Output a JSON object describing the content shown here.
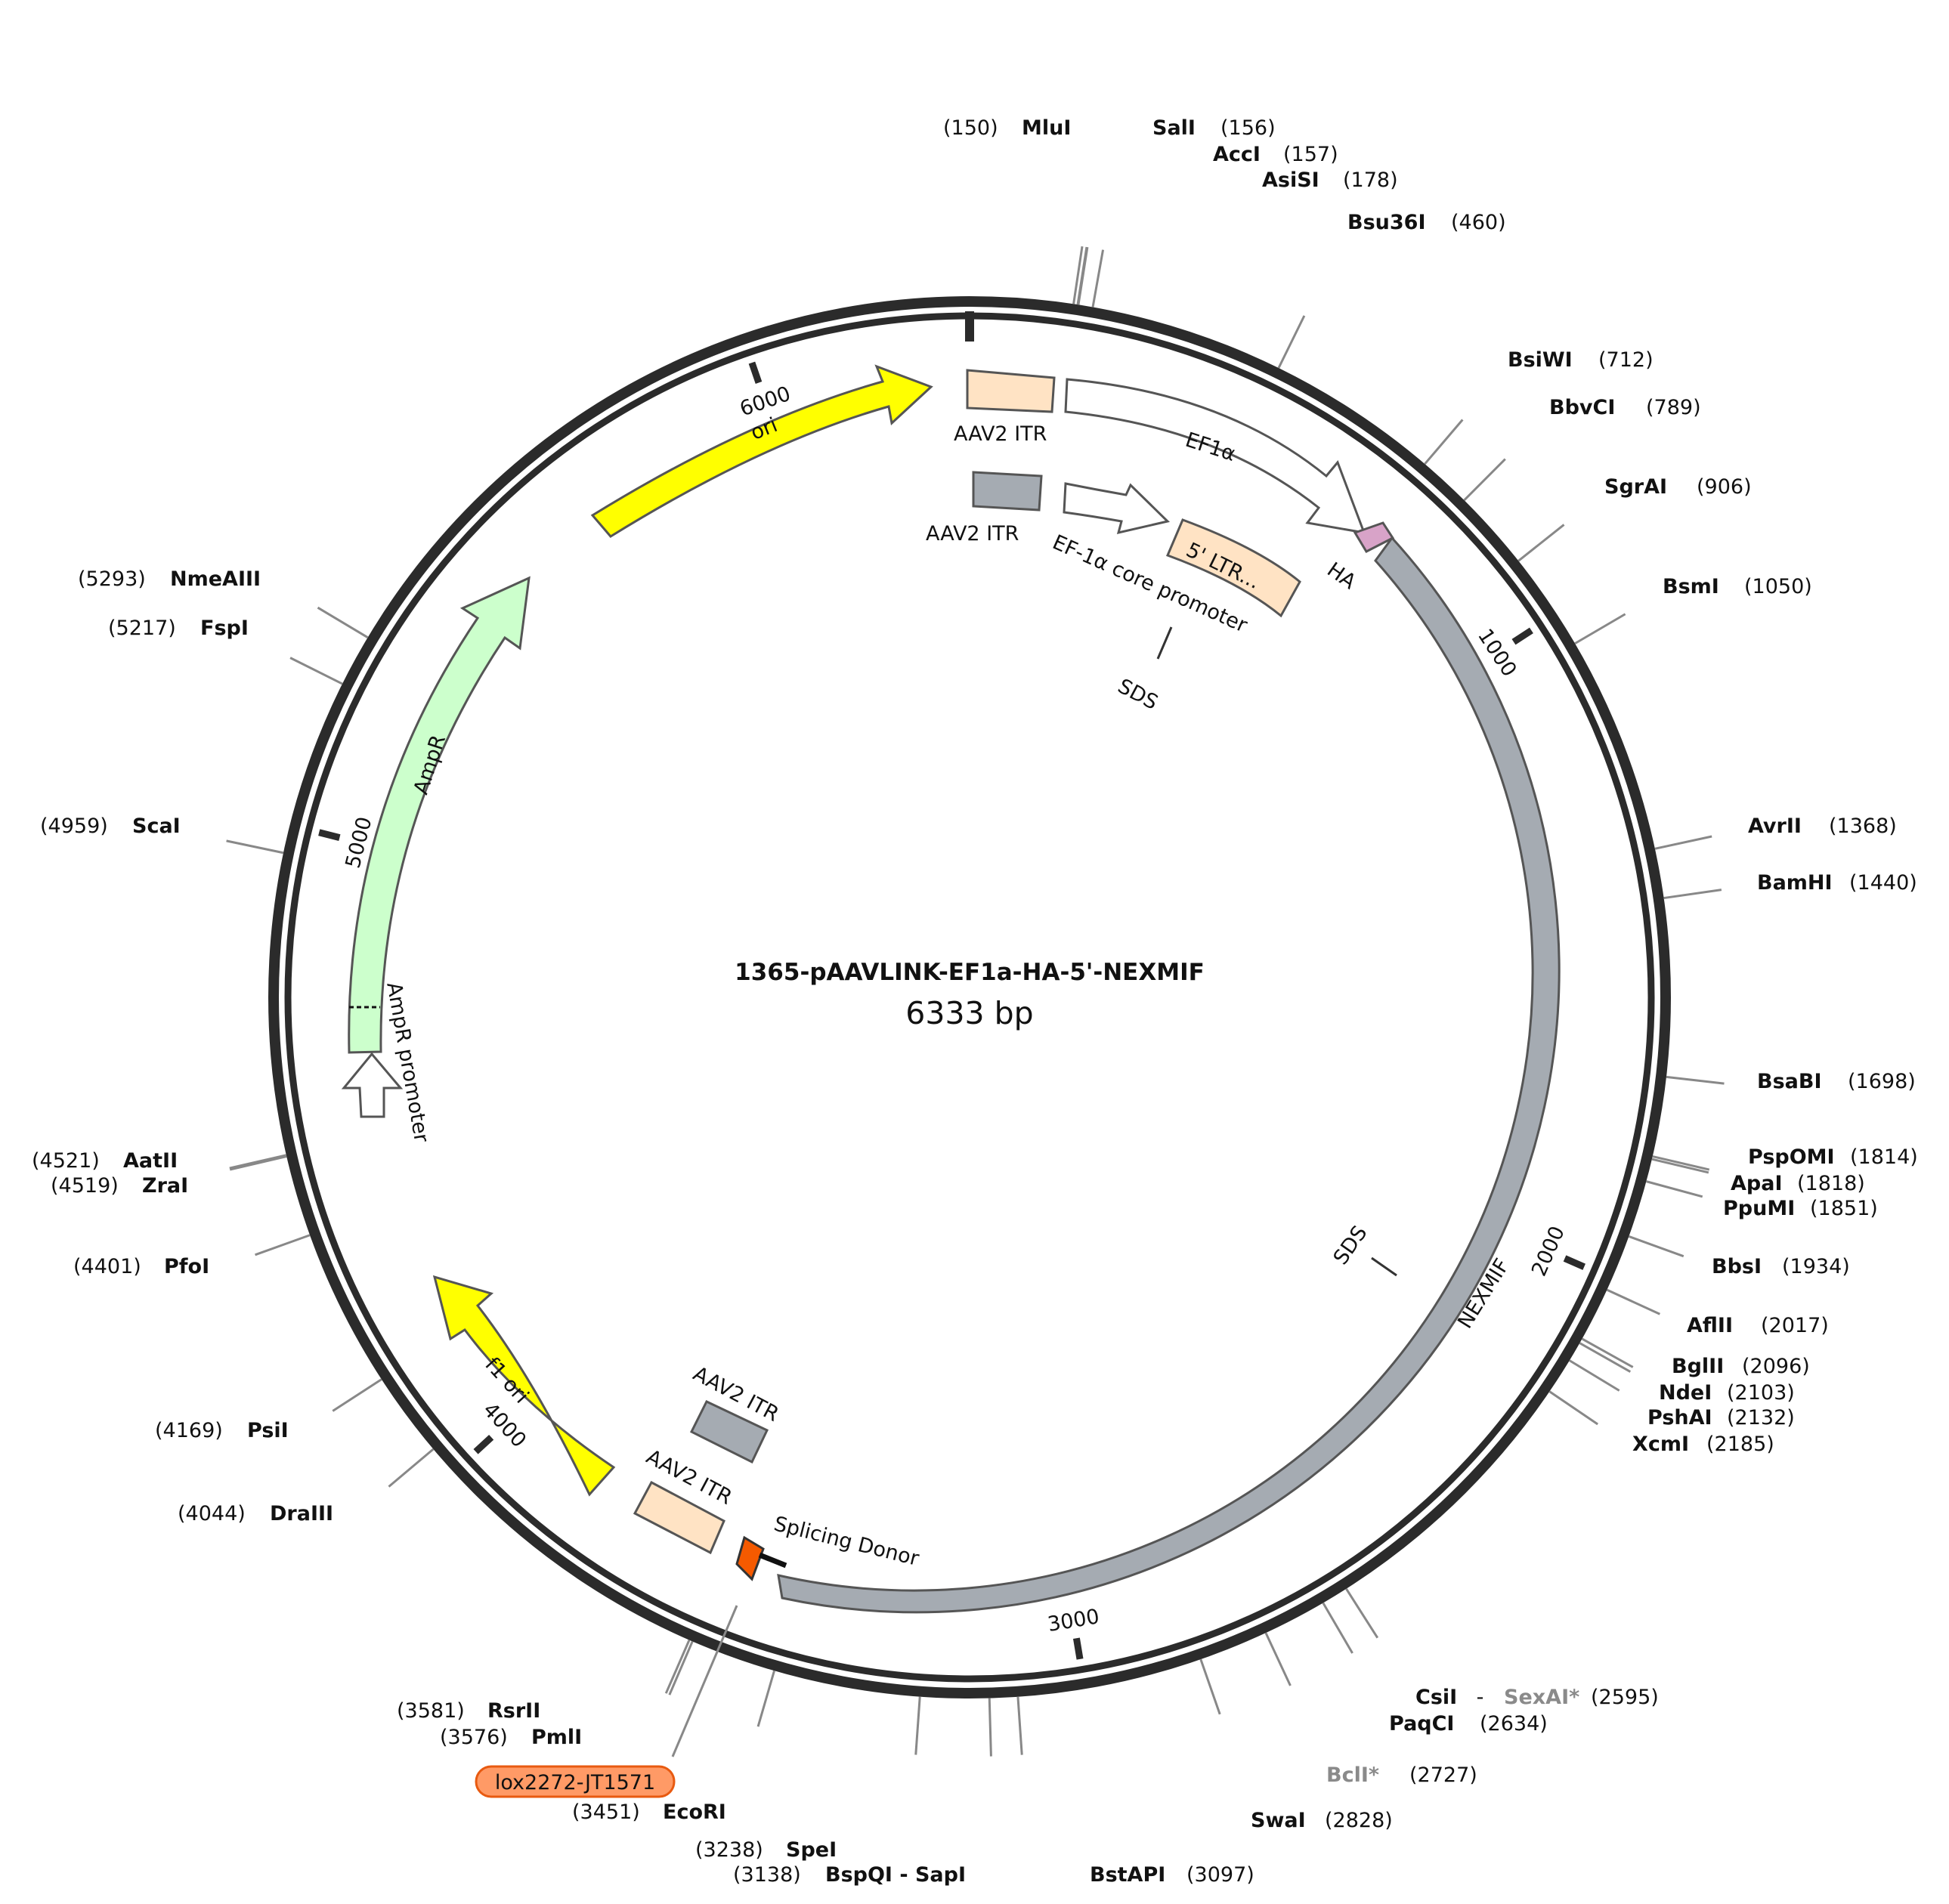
{
  "plasmid": {
    "name": "1365-pAAVLINK-EF1a-HA-5'-NEXMIF",
    "size_label": "6333 bp",
    "length": 6333
  },
  "ticks": [
    {
      "pos": 1000,
      "label": "1000"
    },
    {
      "pos": 2000,
      "label": "2000"
    },
    {
      "pos": 3000,
      "label": "3000"
    },
    {
      "pos": 4000,
      "label": "4000"
    },
    {
      "pos": 5000,
      "label": "5000"
    },
    {
      "pos": 6000,
      "label": "6000"
    }
  ],
  "sites": [
    {
      "name": "MluI",
      "pos": 150,
      "pos_label": "(150)",
      "grey": false
    },
    {
      "name": "SalI",
      "pos": 156,
      "pos_label": "(156)",
      "grey": false
    },
    {
      "name": "AccI",
      "pos": 157,
      "pos_label": "(157)",
      "grey": false
    },
    {
      "name": "AsiSI",
      "pos": 178,
      "pos_label": "(178)",
      "grey": false
    },
    {
      "name": "Bsu36I",
      "pos": 460,
      "pos_label": "(460)",
      "grey": false
    },
    {
      "name": "BsiWI",
      "pos": 712,
      "pos_label": "(712)",
      "grey": false
    },
    {
      "name": "BbvCI",
      "pos": 789,
      "pos_label": "(789)",
      "grey": false
    },
    {
      "name": "SgrAI",
      "pos": 906,
      "pos_label": "(906)",
      "grey": false
    },
    {
      "name": "BsmI",
      "pos": 1050,
      "pos_label": "(1050)",
      "grey": false
    },
    {
      "name": "AvrII",
      "pos": 1368,
      "pos_label": "(1368)",
      "grey": false
    },
    {
      "name": "BamHI",
      "pos": 1440,
      "pos_label": "(1440)",
      "grey": false
    },
    {
      "name": "BsaBI",
      "pos": 1698,
      "pos_label": "(1698)",
      "grey": false
    },
    {
      "name": "PspOMI",
      "pos": 1814,
      "pos_label": "(1814)",
      "grey": false
    },
    {
      "name": "ApaI",
      "pos": 1818,
      "pos_label": "(1818)",
      "grey": false
    },
    {
      "name": "PpuMI",
      "pos": 1851,
      "pos_label": "(1851)",
      "grey": false
    },
    {
      "name": "BbsI",
      "pos": 1934,
      "pos_label": "(1934)",
      "grey": false
    },
    {
      "name": "AflII",
      "pos": 2017,
      "pos_label": "(2017)",
      "grey": false
    },
    {
      "name": "BglII",
      "pos": 2096,
      "pos_label": "(2096)",
      "grey": false
    },
    {
      "name": "NdeI",
      "pos": 2103,
      "pos_label": "(2103)",
      "grey": false
    },
    {
      "name": "PshAI",
      "pos": 2132,
      "pos_label": "(2132)",
      "grey": false
    },
    {
      "name": "XcmI",
      "pos": 2185,
      "pos_label": "(2185)",
      "grey": false
    },
    {
      "name": "CsiI",
      "pos": 2595,
      "pos_label": "(2595)",
      "grey": false,
      "alt_name": "SexAI*",
      "sep": " - "
    },
    {
      "name": "PaqCI",
      "pos": 2634,
      "pos_label": "(2634)",
      "grey": false
    },
    {
      "name": "BclI*",
      "pos": 2727,
      "pos_label": "(2727)",
      "grey": true
    },
    {
      "name": "SwaI",
      "pos": 2828,
      "pos_label": "(2828)",
      "grey": false
    },
    {
      "name": "BstAPI",
      "pos": 3097,
      "pos_label": "(3097)",
      "grey": false
    },
    {
      "name": "BspQI - SapI",
      "pos": 3138,
      "pos_label": "(3138)",
      "grey": false
    },
    {
      "name": "SpeI",
      "pos": 3238,
      "pos_label": "(3238)",
      "grey": false
    },
    {
      "name": "EcoRI",
      "pos": 3451,
      "pos_label": "(3451)",
      "grey": false
    },
    {
      "name": "PmlI",
      "pos": 3576,
      "pos_label": "(3576)",
      "grey": false
    },
    {
      "name": "RsrII",
      "pos": 3581,
      "pos_label": "(3581)",
      "grey": false
    },
    {
      "name": "DraIII",
      "pos": 4044,
      "pos_label": "(4044)",
      "grey": false
    },
    {
      "name": "PsiI",
      "pos": 4169,
      "pos_label": "(4169)",
      "grey": false
    },
    {
      "name": "PfoI",
      "pos": 4401,
      "pos_label": "(4401)",
      "grey": false
    },
    {
      "name": "ZraI",
      "pos": 4519,
      "pos_label": "(4519)",
      "grey": false
    },
    {
      "name": "AatII",
      "pos": 4521,
      "pos_label": "(4521)",
      "grey": false
    },
    {
      "name": "ScaI",
      "pos": 4959,
      "pos_label": "(4959)",
      "grey": false
    },
    {
      "name": "FspI",
      "pos": 5217,
      "pos_label": "(5217)",
      "grey": false
    },
    {
      "name": "NmeAIII",
      "pos": 5293,
      "pos_label": "(5293)",
      "grey": false
    }
  ],
  "features": [
    {
      "label": "AAV2 ITR",
      "color": "#ffe3c4"
    },
    {
      "label": "EF1α",
      "color": "#ffffff"
    },
    {
      "label": "AAV2 ITR",
      "color": "#a5abb2"
    },
    {
      "label": "EF-1α core promoter",
      "color": "#ffffff"
    },
    {
      "label": "5' LTR...",
      "color": "#ffe3c4"
    },
    {
      "label": "SDS",
      "color": "#333333"
    },
    {
      "label": "HA",
      "color": "#d8a3c8"
    },
    {
      "label": "NEXMIF",
      "color": "#a5abb2"
    },
    {
      "label": "SDS",
      "color": "#333333"
    },
    {
      "label": "Splicing Donor",
      "color": "#f55a00"
    },
    {
      "label": "AAV2 ITR",
      "color": "#a5abb2"
    },
    {
      "label": "AAV2 ITR",
      "color": "#ffe3c4"
    },
    {
      "label": "f1 ori",
      "color": "#ffff00"
    },
    {
      "label": "AmpR promoter",
      "color": "#ffffff"
    },
    {
      "label": "AmpR",
      "color": "#ccffcc"
    },
    {
      "label": "ori",
      "color": "#ffff00"
    }
  ],
  "tag": {
    "label": "lox2272-JT1571",
    "color": "#ff9a66"
  }
}
